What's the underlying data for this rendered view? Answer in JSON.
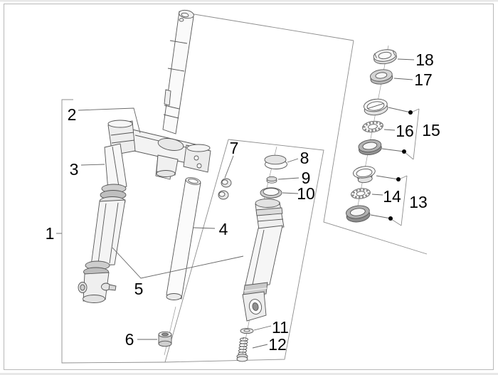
{
  "diagram": {
    "labels": {
      "l1": "1",
      "l2": "2",
      "l3": "3",
      "l4": "4",
      "l5": "5",
      "l6": "6",
      "l7": "7",
      "l8": "8",
      "l9": "9",
      "l10": "10",
      "l11": "11",
      "l12": "12",
      "l13": "13",
      "l14": "14",
      "l15": "15",
      "l16": "16",
      "l17": "17",
      "l18": "18"
    },
    "colors": {
      "background": "#ffffff",
      "page_border": "#b8b8b8",
      "drawing_line": "#555555",
      "construction_line": "#8d8d8d",
      "label_text": "#000000"
    }
  }
}
